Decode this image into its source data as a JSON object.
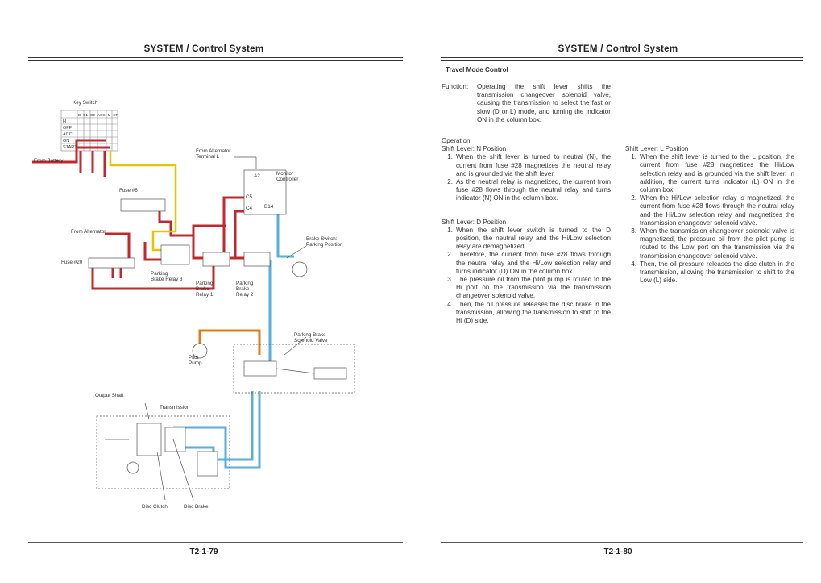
{
  "left_page": {
    "header": "SYSTEM / Control System",
    "page_number": "T2-1-79",
    "diagram": {
      "labels": {
        "key_switch": "Key Switch",
        "from_battery": "From Battery",
        "from_alternator_terminal": "From Alternator\nTerminal L",
        "monitor_controller": "Monitor\nController",
        "a2": "A2",
        "c5": "C5",
        "c4": "C4",
        "b14": "B14",
        "fuse6": "Fuse #6",
        "from_alternator": "From Alternator",
        "fuse20": "Fuse #20",
        "brake_switch": "Brake Switch:\nParking Position",
        "parking_brake_relay3": "Parking\nBrake Relay 3",
        "parking_brake_relay1": "Parking\nBrake\nRelay 1",
        "parking_brake_relay2": "Parking\nBrake\nRelay 2",
        "parking_brake_solenoid": "Parking Brake\nSolenoid Valve",
        "pilot_pump": "Pilot\nPump",
        "output_shaft": "Output Shaft",
        "transmission": "Transmission",
        "disc_clutch": "Disc Clutch",
        "disc_brake": "Disc Brake"
      },
      "key_switch_table": {
        "columns": [
          "B",
          "G1",
          "G2",
          "ACC",
          "M",
          "ST"
        ],
        "rows": [
          "H",
          "OFF",
          "ACC",
          "ON",
          "START"
        ]
      },
      "colors": {
        "power": "#c0282d",
        "start": "#e8c400",
        "signal": "#5aaedc",
        "pilot": "#e07b1a"
      }
    }
  },
  "right_page": {
    "header": "SYSTEM / Control System",
    "page_number": "T2-1-80",
    "section_title": "Travel Mode Control",
    "function_label": "Function:",
    "function_text": "Operating the shift lever shifts the transmission changeover solenoid valve, causing the transmission to select the fast or slow (D or L) mode, and turning the indicator ON in the column box.",
    "operation_label": "Operation:",
    "sections": [
      {
        "heading": "Shift Lever: N Position",
        "items": [
          {
            "n": "1.",
            "text": "When the shift lever is turned to neutral (N), the current from fuse #28 magnetizes the neutral relay and is grounded via the shift lever."
          },
          {
            "n": "2.",
            "text": "As the neutral relay is magnetized, the current from fuse #28 flows through the neutral relay and turns indicator (N) ON in the column box."
          }
        ]
      },
      {
        "heading": "Shift Lever: D Position",
        "items": [
          {
            "n": "1.",
            "text": "When the shift lever switch is turned to the D position, the neutral relay and the Hi/Low selection relay are demagnetized."
          },
          {
            "n": "2.",
            "text": "Therefore, the current from fuse #28 flows through the neutral relay and the Hi/Low selection relay and turns indicator (D) ON in the column box."
          },
          {
            "n": "3.",
            "text": "The pressure oil from the pilot pump is routed to the Hi port on the transmission via the transmission changeover solenoid valve."
          },
          {
            "n": "4.",
            "text": "Then, the oil pressure releases the disc brake in the transmission, allowing the transmission to shift to the Hi (D) side."
          }
        ]
      },
      {
        "heading": "Shift Lever: L Position",
        "items": [
          {
            "n": "1.",
            "text": "When the shift lever is turned to the L position, the current from fuse #28 magnetizes the Hi/Low selection relay and is grounded via the shift lever. In addition, the current turns indicator (L) ON in the column box."
          },
          {
            "n": "2.",
            "text": "When the Hi/Low selection relay is magnetized, the current from fuse #28 flows through the neutral relay and the Hi/Low selection relay and magnetizes the transmission changeover solenoid valve."
          },
          {
            "n": "3.",
            "text": "When the transmission changeover solenoid valve is magnetized, the pressure oil from the pilot pump is routed to the Low port on the transmission via the transmission changeover solenoid valve."
          },
          {
            "n": "4.",
            "text": "Then, the oil pressure releases the disc clutch in the transmission, allowing the transmission to shift to the Low (L) side."
          }
        ]
      }
    ]
  }
}
